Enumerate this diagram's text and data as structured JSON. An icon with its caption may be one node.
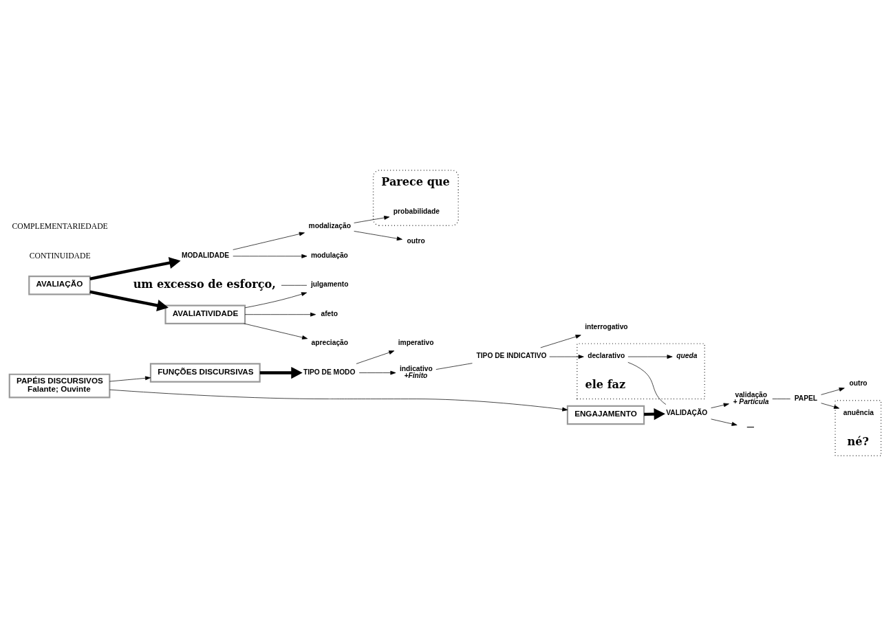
{
  "diagram": {
    "nodes": [
      {
        "text": [
          "PAPÉIS DISCURSIVOS",
          "Falante; Ouvinte"
        ]
      },
      {
        "text": [
          "FUNÇÕES DISCURSIVAS"
        ]
      },
      {
        "text": [
          "ENGAJAMENTO"
        ]
      },
      {
        "text": [
          "TIPO DE MODO"
        ]
      },
      {
        "text": [
          "imperativo"
        ]
      },
      {
        "text": [
          "indicativo"
        ],
        "beside": [
          "+Finito"
        ]
      },
      {
        "text": [
          "TIPO DE INDICATIVO"
        ]
      },
      {
        "text": [
          "interrogativo"
        ]
      },
      {
        "text": [],
        "shape": "box"
      },
      {
        "text": [
          "declarativo"
        ],
        "in": 8
      },
      {
        "text": [
          "queda"
        ],
        "in": 8
      },
      {
        "text": [
          "ele faz"
        ],
        "in": 8
      },
      {
        "text": [
          "VALIDAÇÃO"
        ]
      },
      {
        "text": [
          "validação"
        ],
        "beside": [
          "+ Partícula"
        ]
      },
      {
        "text": [
          "—"
        ]
      },
      {
        "text": [
          "PAPEL"
        ]
      },
      {
        "text": [
          "outro"
        ]
      },
      {
        "text": [],
        "shape": "box"
      },
      {
        "text": [
          "anuência"
        ],
        "in": 17
      },
      {
        "text": [
          "né?"
        ],
        "in": 17
      },
      {
        "text": [],
        "shape": "cloud"
      },
      {
        "text": [
          "Parece que"
        ],
        "in": 20
      },
      {
        "text": [
          "probabilidade"
        ],
        "in": 20
      },
      {
        "text": [
          "um excesso de esforço,"
        ]
      },
      {
        "text": [
          "MODALIDADE"
        ]
      },
      {
        "text": [
          "modalização"
        ]
      },
      {
        "text": [
          "modulação"
        ]
      },
      {
        "text": [
          "outro"
        ]
      },
      {
        "text": [
          "AVALIAÇÃO"
        ]
      },
      {
        "text": [
          "AVALIATIVIDADE"
        ]
      },
      {
        "text": [
          "julgamento"
        ]
      },
      {
        "text": [
          "afeto"
        ]
      },
      {
        "text": [
          "apreciação"
        ]
      }
    ],
    "edges": [
      {
        "from": 0,
        "to": 1,
        "arrow": "to"
      },
      {
        "from": 0,
        "to": 2,
        "arrow": "to"
      },
      {
        "from": 1,
        "to": 3,
        "arrow": "to",
        "style": "thick"
      },
      {
        "from": 3,
        "to": 4,
        "arrow": "to"
      },
      {
        "from": 3,
        "to": 5,
        "arrow": "to"
      },
      {
        "from": 5,
        "to": 6,
        "arrow": "none"
      },
      {
        "from": 6,
        "to": 7,
        "arrow": "to"
      },
      {
        "from": 6,
        "to": 9,
        "arrow": "to"
      },
      {
        "from": 9,
        "to": 10,
        "arrow": "to"
      },
      {
        "from": 2,
        "to": 12,
        "arrow": "to",
        "style": "thick"
      },
      {
        "from": 9,
        "to": 12,
        "arrow": "none"
      },
      {
        "from": 12,
        "to": 13,
        "arrow": "to"
      },
      {
        "from": 12,
        "to": 14,
        "arrow": "to"
      },
      {
        "from": 13,
        "to": 15,
        "arrow": "none"
      },
      {
        "from": 15,
        "to": 16,
        "arrow": "to"
      },
      {
        "from": 15,
        "to": 18,
        "arrow": "to"
      },
      {
        "from": 24,
        "to": 25,
        "arrow": "to"
      },
      {
        "from": 24,
        "to": 26,
        "arrow": "to"
      },
      {
        "from": 25,
        "to": 22,
        "arrow": "to"
      },
      {
        "from": 25,
        "to": 27,
        "arrow": "to"
      },
      {
        "from": 28,
        "to": 24,
        "arrow": "to",
        "style": "thick"
      },
      {
        "from": 28,
        "to": 29,
        "arrow": "to",
        "style": "thick"
      },
      {
        "from": 29,
        "to": 30,
        "arrow": "to"
      },
      {
        "from": 29,
        "to": 31,
        "arrow": "to"
      },
      {
        "from": 29,
        "to": 32,
        "arrow": "to"
      },
      {
        "from": 23,
        "to": 30,
        "arrow": "none"
      }
    ],
    "labels": [
      "CONTINUIDADE",
      "COMPLEMENTARIEDADE"
    ]
  }
}
